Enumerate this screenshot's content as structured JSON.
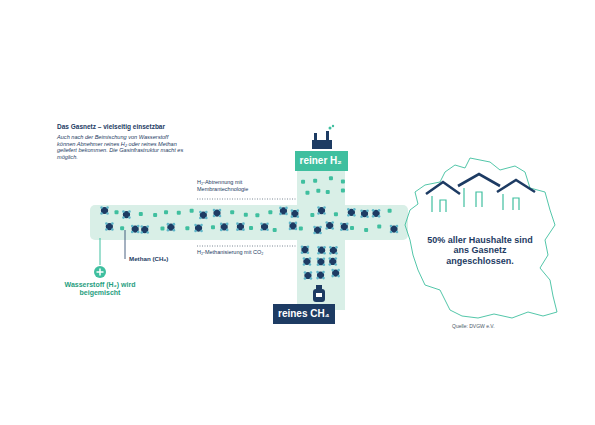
{
  "diagram": {
    "title": "Das Gasnetz – vielseitig einsetzbar",
    "caption": "Quelle: DVGW e.V.",
    "nodes": [
      {
        "text": [
          "reiner H₂"
        ]
      },
      {
        "text": [
          "reines CH₄"
        ]
      },
      {
        "text": [
          "50% aller Haushalte sind ans Gasnetz angeschlossen."
        ]
      }
    ],
    "labels": [
      "Auch nach der Beimischung von Wasserstoff können Abnehmer reines H₂ oder reines Methan geliefert bekommen. Die Gasinfrastruktur macht es möglich.",
      "H₂-Abtrennung mit Membrantechnologie",
      "H₂-Methanisierung mit CO₂",
      "Methan (CH₄)",
      "Wasserstoff (H₂) wird beigemischt"
    ]
  }
}
